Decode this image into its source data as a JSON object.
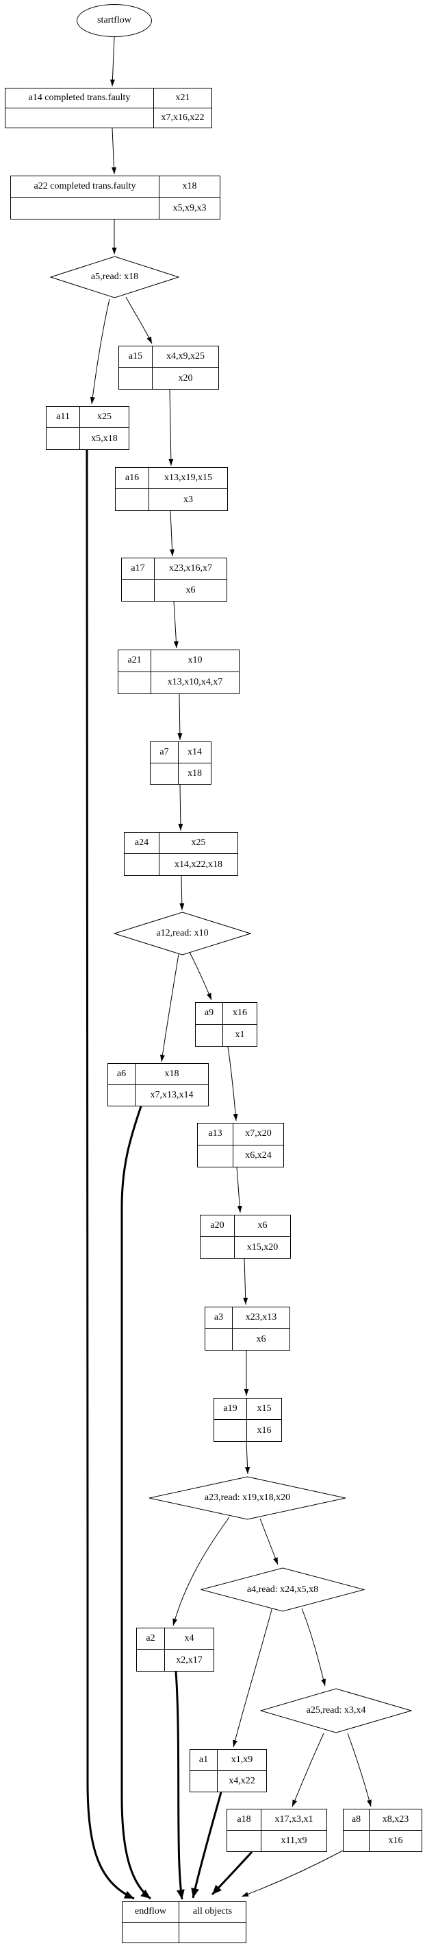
{
  "colors": {
    "stroke": "#000000",
    "background": "#ffffff"
  },
  "start": {
    "label": "startflow"
  },
  "nodes": {
    "a14": {
      "label": "a14 completed trans.faulty",
      "top": "x21",
      "bottom": "x7,x16,x22"
    },
    "a22": {
      "label": "a22 completed trans.faulty",
      "top": "x18",
      "bottom": "x5,x9,x3"
    },
    "a15": {
      "label": "a15",
      "top": "x4,x9,x25",
      "bottom": "x20"
    },
    "a11": {
      "label": "a11",
      "top": "x25",
      "bottom": "x5,x18"
    },
    "a16": {
      "label": "a16",
      "top": "x13,x19,x15",
      "bottom": "x3"
    },
    "a17": {
      "label": "a17",
      "top": "x23,x16,x7",
      "bottom": "x6"
    },
    "a21": {
      "label": "a21",
      "top": "x10",
      "bottom": "x13,x10,x4,x7"
    },
    "a7": {
      "label": "a7",
      "top": "x14",
      "bottom": "x18"
    },
    "a24": {
      "label": "a24",
      "top": "x25",
      "bottom": "x14,x22,x18"
    },
    "a9": {
      "label": "a9",
      "top": "x16",
      "bottom": "x1"
    },
    "a6": {
      "label": "a6",
      "top": "x18",
      "bottom": "x7,x13,x14"
    },
    "a13": {
      "label": "a13",
      "top": "x7,x20",
      "bottom": "x6,x24"
    },
    "a20": {
      "label": "a20",
      "top": "x6",
      "bottom": "x15,x20"
    },
    "a3": {
      "label": "a3",
      "top": "x23,x13",
      "bottom": "x6"
    },
    "a19": {
      "label": "a19",
      "top": "x15",
      "bottom": "x16"
    },
    "a2": {
      "label": "a2",
      "top": "x4",
      "bottom": "x2,x17"
    },
    "a1": {
      "label": "a1",
      "top": "x1,x9",
      "bottom": "x4,x22"
    },
    "a18": {
      "label": "a18",
      "top": "x17,x3,x1",
      "bottom": "x11,x9"
    },
    "a8": {
      "label": "a8",
      "top": "x8,x23",
      "bottom": "x16"
    }
  },
  "decisions": {
    "a5": {
      "label": "a5,read: x18"
    },
    "a12": {
      "label": "a12,read: x10"
    },
    "a23": {
      "label": "a23,read: x19,x18,x20"
    },
    "a4": {
      "label": "a4,read: x24,x5,x8"
    },
    "a25": {
      "label": "a25,read: x3,x4"
    }
  },
  "end": {
    "label": "endflow",
    "right": "all objects"
  },
  "edges": [
    {
      "from": "startflow",
      "to": "a14"
    },
    {
      "from": "a14",
      "to": "a22"
    },
    {
      "from": "a22",
      "to": "a5"
    },
    {
      "from": "a5",
      "to": "a15"
    },
    {
      "from": "a5",
      "to": "a11"
    },
    {
      "from": "a15",
      "to": "a16"
    },
    {
      "from": "a11",
      "to": "endflow",
      "bold": true
    },
    {
      "from": "a16",
      "to": "a17"
    },
    {
      "from": "a17",
      "to": "a21"
    },
    {
      "from": "a21",
      "to": "a7"
    },
    {
      "from": "a7",
      "to": "a24"
    },
    {
      "from": "a24",
      "to": "a12"
    },
    {
      "from": "a12",
      "to": "a9"
    },
    {
      "from": "a12",
      "to": "a6"
    },
    {
      "from": "a9",
      "to": "a13"
    },
    {
      "from": "a6",
      "to": "endflow",
      "bold": true
    },
    {
      "from": "a13",
      "to": "a20"
    },
    {
      "from": "a20",
      "to": "a3"
    },
    {
      "from": "a3",
      "to": "a19"
    },
    {
      "from": "a19",
      "to": "a23"
    },
    {
      "from": "a23",
      "to": "a2"
    },
    {
      "from": "a23",
      "to": "a4"
    },
    {
      "from": "a2",
      "to": "endflow",
      "bold": true
    },
    {
      "from": "a4",
      "to": "a1"
    },
    {
      "from": "a4",
      "to": "a25"
    },
    {
      "from": "a25",
      "to": "a18"
    },
    {
      "from": "a25",
      "to": "a8"
    },
    {
      "from": "a1",
      "to": "endflow",
      "bold": true
    },
    {
      "from": "a18",
      "to": "endflow",
      "bold": true
    },
    {
      "from": "a8",
      "to": "endflow"
    }
  ]
}
